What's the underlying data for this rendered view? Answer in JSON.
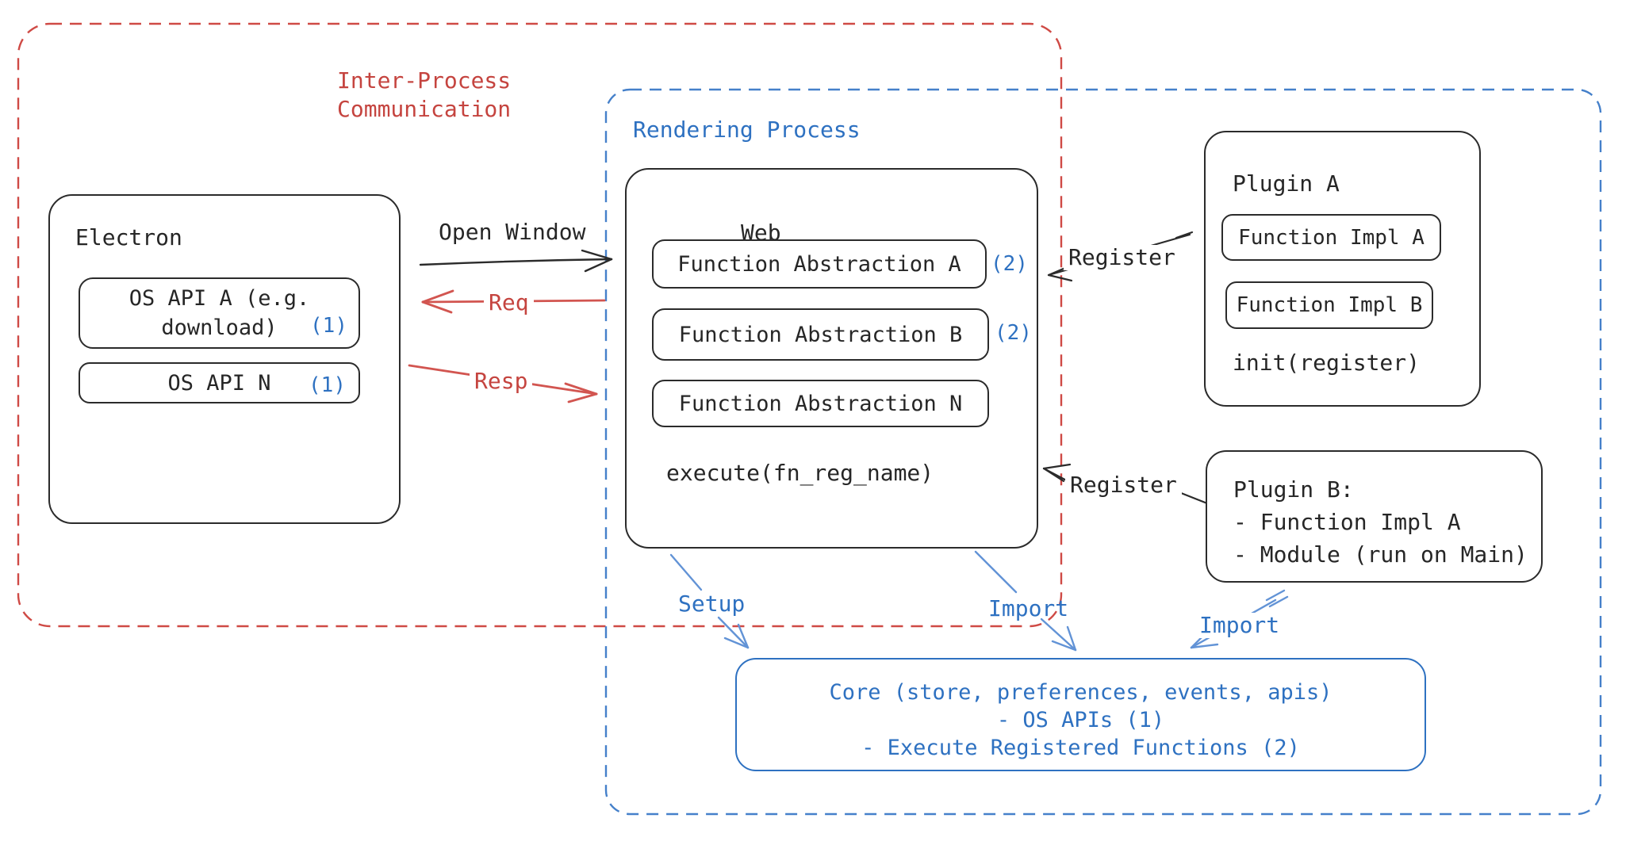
{
  "colors": {
    "red_accent": "#c5443f",
    "red_dash": "#cf4a45",
    "blue_accent": "#2e71c1",
    "blue_dash": "#4580ca",
    "blue_arrow": "#6293d6",
    "ink": "#262626"
  },
  "ipc_region": {
    "label_line1": "Inter-Process",
    "label_line2": "Communication"
  },
  "rendering_region": {
    "label": "Rendering Process"
  },
  "electron": {
    "title": "Electron",
    "os_api_a": {
      "line1": "OS API A (e.g.",
      "line2": "download)",
      "badge": "(1)"
    },
    "os_api_n": {
      "label": "OS API N",
      "badge": "(1)"
    }
  },
  "connections": {
    "open_window": "Open Window",
    "req": "Req",
    "resp": "Resp",
    "register_plugin_a": "Register",
    "register_plugin_b": "Register",
    "setup": "Setup",
    "import_from_web": "Import",
    "import_from_plugin_b": "Import"
  },
  "web": {
    "title": "Web",
    "function_abstraction_a": {
      "label": "Function Abstraction A",
      "badge": "(2)"
    },
    "function_abstraction_b": {
      "label": "Function Abstraction B",
      "badge": "(2)"
    },
    "function_abstraction_n": {
      "label": "Function Abstraction N"
    },
    "execute": "execute(fn_reg_name)"
  },
  "plugin_a": {
    "title": "Plugin A",
    "function_impl_a": "Function Impl A",
    "function_impl_b": "Function Impl B",
    "init": "init(register)"
  },
  "plugin_b": {
    "title": "Plugin B:",
    "item1": "- Function Impl A",
    "item2": "- Module (run on Main)"
  },
  "core": {
    "line1": "Core (store, preferences, events, apis)",
    "line2": "- OS APIs (1)",
    "line3": "- Execute Registered Functions (2)"
  }
}
